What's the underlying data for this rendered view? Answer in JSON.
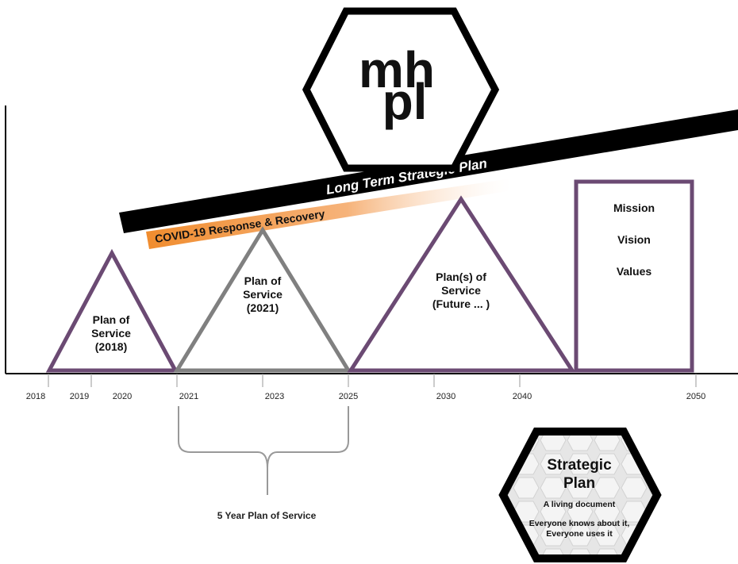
{
  "logo": {
    "line1": "mh",
    "line2": "pl"
  },
  "banners": {
    "long_term": "Long Term Strategic Plan",
    "covid": "COVID-19 Response & Recovery"
  },
  "timeline": {
    "ticks": [
      "2018",
      "2019",
      "2020",
      "2021",
      "2023",
      "2025",
      "2030",
      "2040",
      "2050"
    ]
  },
  "plans": [
    {
      "lines": [
        "Plan of",
        "Service",
        "(2018)"
      ]
    },
    {
      "lines": [
        "Plan of",
        "Service",
        "(2021)"
      ]
    },
    {
      "lines": [
        "Plan(s) of",
        "Service",
        "(Future ... )"
      ]
    }
  ],
  "mvv_box": {
    "items": [
      "Mission",
      "Vision",
      "Values"
    ]
  },
  "brace_label": "5 Year Plan of Service",
  "strategic_plan": {
    "title_line1": "Strategic",
    "title_line2": "Plan",
    "subtitle": "A living document",
    "note_line1": "Everyone knows about it,",
    "note_line2": "Everyone uses it"
  },
  "colors": {
    "purple": "#6b4a73",
    "gray": "#808080",
    "black": "#000000",
    "orange": "#f08c2e"
  }
}
